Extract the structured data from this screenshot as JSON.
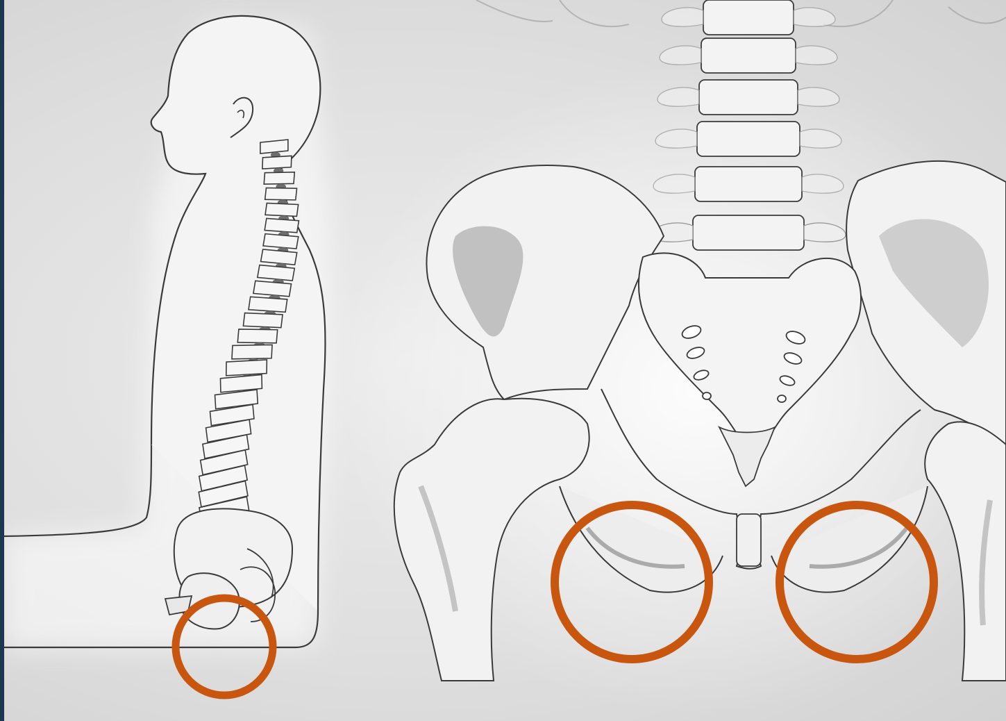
{
  "figure": {
    "panels": [
      {
        "name": "side-view-seated-spine",
        "labels": []
      },
      {
        "name": "front-view-pelvis",
        "labels": []
      }
    ],
    "highlight_color": "#c9560f",
    "outline_color": "#3a3a3a",
    "bone_fill": "#f2f2f2",
    "shadow_fill": "#a9a9a9",
    "highlights": [
      {
        "name": "side-ischial-tuberosity-highlight"
      },
      {
        "name": "left-ischial-tuberosity-highlight"
      },
      {
        "name": "right-ischial-tuberosity-highlight"
      }
    ]
  }
}
